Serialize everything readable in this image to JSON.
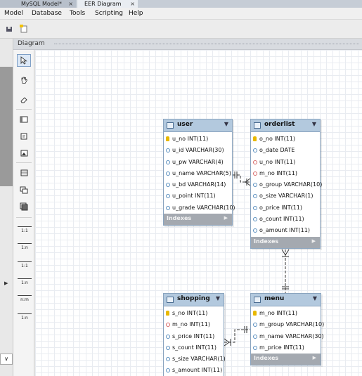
{
  "tabs": [
    {
      "label": "MySQL Model*",
      "close": "×"
    },
    {
      "label": "EER Diagram",
      "close": "×"
    }
  ],
  "menu": [
    "Model",
    "Database",
    "Tools",
    "Scripting",
    "Help"
  ],
  "diagram_panel": {
    "title": "Diagram"
  },
  "palette": {
    "relations": [
      "1:1",
      "1:n",
      "1:1",
      "1:n",
      "n:m",
      "1:n"
    ]
  },
  "left_panel": {
    "combo": "∨"
  },
  "entities": {
    "user": {
      "name": "user",
      "columns": [
        {
          "text": "u_no INT(11)",
          "key": "pk"
        },
        {
          "text": "u_id VARCHAR(30)",
          "key": "nn"
        },
        {
          "text": "u_pw VARCHAR(4)",
          "key": "nn"
        },
        {
          "text": "u_name VARCHAR(5)",
          "key": "nn"
        },
        {
          "text": "u_bd VARCHAR(14)",
          "key": "nn"
        },
        {
          "text": "u_point INT(11)",
          "key": "nn"
        },
        {
          "text": "u_grade VARCHAR(10)",
          "key": "nn"
        }
      ],
      "footer": "Indexes"
    },
    "orderlist": {
      "name": "orderlist",
      "columns": [
        {
          "text": "o_no INT(11)",
          "key": "pk"
        },
        {
          "text": "o_date DATE",
          "key": "nn"
        },
        {
          "text": "u_no INT(11)",
          "key": "fk"
        },
        {
          "text": "m_no INT(11)",
          "key": "fk"
        },
        {
          "text": "o_group VARCHAR(10)",
          "key": "nn"
        },
        {
          "text": "o_size VARCHAR(1)",
          "key": "nn"
        },
        {
          "text": "o_price INT(11)",
          "key": "nn"
        },
        {
          "text": "o_count INT(11)",
          "key": "nn"
        },
        {
          "text": "o_amount INT(11)",
          "key": "nn"
        }
      ],
      "footer": "Indexes"
    },
    "shopping": {
      "name": "shopping",
      "columns": [
        {
          "text": "s_no INT(11)",
          "key": "pk"
        },
        {
          "text": "m_no INT(11)",
          "key": "fk"
        },
        {
          "text": "s_price INT(11)",
          "key": "nn"
        },
        {
          "text": "s_count INT(11)",
          "key": "nn"
        },
        {
          "text": "s_size VARCHAR(1)",
          "key": "nn"
        },
        {
          "text": "s_amount INT(11)",
          "key": "nn"
        }
      ]
    },
    "menu": {
      "name": "menu",
      "columns": [
        {
          "text": "m_no INT(11)",
          "key": "pk"
        },
        {
          "text": "m_group VARCHAR(10)",
          "key": "nn"
        },
        {
          "text": "m_name VARCHAR(30)",
          "key": "nn"
        },
        {
          "text": "m_price INT(11)",
          "key": "nn"
        }
      ],
      "footer": "Indexes"
    }
  },
  "colors": {
    "entity_header": "#b3c9de",
    "footer": "#a4a9b0",
    "pk": "#e8b800",
    "fk": "#d86a6a"
  }
}
